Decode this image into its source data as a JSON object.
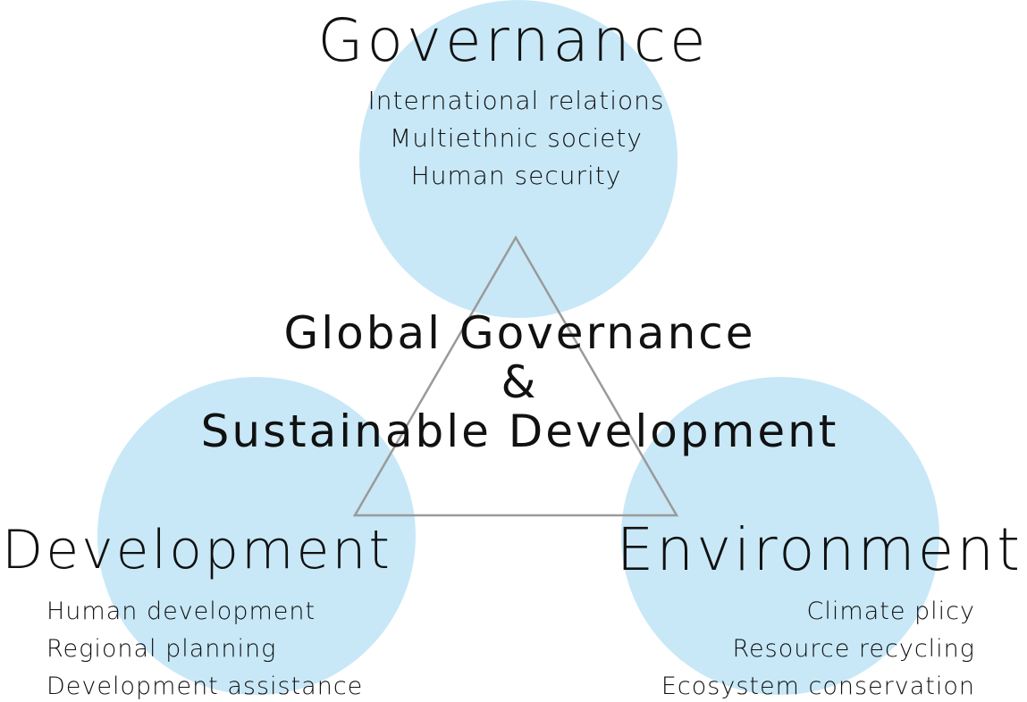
{
  "colors": {
    "circle_fill": "#c8e8f7",
    "triangle_stroke": "#9a9a9a",
    "text": "#111111",
    "background": "#ffffff"
  },
  "diagram": {
    "center": {
      "line1": "Global Governance",
      "line2": "&",
      "line3": "Sustainable Development"
    },
    "nodes": [
      {
        "title": "Governance",
        "items": [
          "International relations",
          "Multiethnic society",
          "Human security"
        ]
      },
      {
        "title": "Development",
        "items": [
          "Human development",
          "Regional planning",
          "Development assistance"
        ]
      },
      {
        "title": "Environment",
        "items": [
          "Climate plicy",
          "Resource recycling",
          "Ecosystem conservation"
        ]
      }
    ]
  }
}
